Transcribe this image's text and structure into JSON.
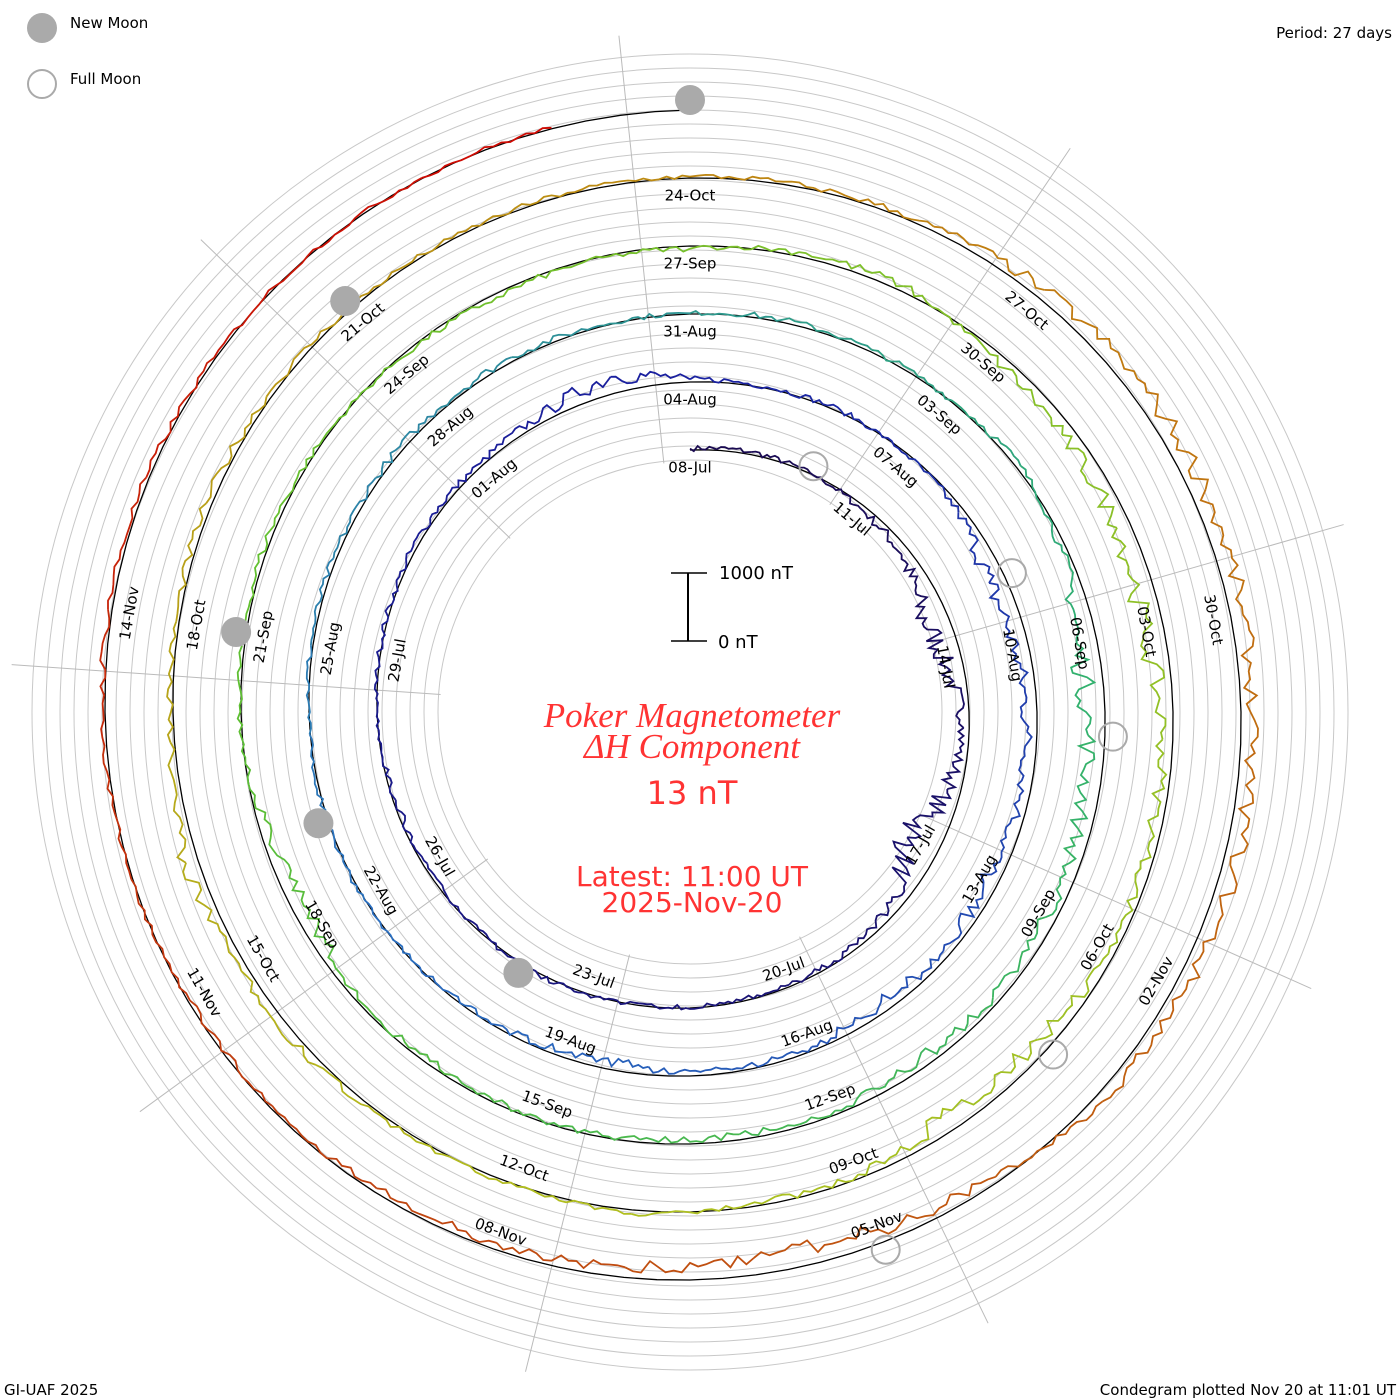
{
  "legend": {
    "new_moon": "New Moon",
    "full_moon": "Full Moon"
  },
  "period": "Period: 27 days",
  "footer_left": "GI-UAF 2025",
  "footer_right": "Condegram plotted Nov 20 at 11:01 UT",
  "colors": {
    "text_red": "#ff3333",
    "moon": "#aaaaaa",
    "grid": "#bbbbbb"
  },
  "chart_data": {
    "type": "line",
    "subtype": "condegram-spiral",
    "title": "Poker Magnetometer",
    "subtitle": "ΔH Component",
    "current_value": "13 nT",
    "latest_time": "Latest: 11:00 UT",
    "latest_date": "2025-Nov-20",
    "scale": {
      "top_label": "1000 nT",
      "bottom_label": "0 nT",
      "top_value": 1000,
      "bottom_value": 0
    },
    "start_date": "2025-07-08",
    "period_days": 27,
    "units": "nT",
    "date_labels": [
      "08-Jul",
      "11-Jul",
      "14-Jul",
      "17-Jul",
      "20-Jul",
      "23-Jul",
      "26-Jul",
      "29-Jul",
      "01-Aug",
      "04-Aug",
      "07-Aug",
      "10-Aug",
      "13-Aug",
      "16-Aug",
      "19-Aug",
      "22-Aug",
      "25-Aug",
      "28-Aug",
      "31-Aug",
      "03-Sep",
      "06-Sep",
      "09-Sep",
      "12-Sep",
      "15-Sep",
      "18-Sep",
      "21-Sep",
      "24-Sep",
      "27-Sep",
      "30-Sep",
      "03-Oct",
      "06-Oct",
      "09-Oct",
      "12-Oct",
      "15-Oct",
      "18-Oct",
      "21-Oct",
      "24-Oct",
      "27-Oct",
      "30-Oct",
      "02-Nov",
      "05-Nov",
      "08-Nov",
      "11-Nov",
      "14-Nov"
    ],
    "new_moon_days": [
      16,
      46,
      75,
      105,
      135
    ],
    "full_moon_days": [
      2,
      32,
      61,
      91,
      120
    ],
    "color_stops": [
      {
        "day": 0,
        "color": "#1a0a50"
      },
      {
        "day": 27,
        "color": "#1a20a0"
      },
      {
        "day": 45,
        "color": "#2a70c0"
      },
      {
        "day": 60,
        "color": "#30b070"
      },
      {
        "day": 75,
        "color": "#60c030"
      },
      {
        "day": 95,
        "color": "#b0c020"
      },
      {
        "day": 110,
        "color": "#c08010"
      },
      {
        "day": 125,
        "color": "#c04010"
      },
      {
        "day": 135,
        "color": "#d00000"
      }
    ],
    "daily_values": [
      20,
      40,
      10,
      -60,
      -120,
      -350,
      -250,
      -80,
      -200,
      -500,
      -150,
      -60,
      -30,
      -20,
      -10,
      10,
      30,
      -20,
      -60,
      -40,
      -10,
      20,
      30,
      60,
      40,
      100,
      250,
      40,
      20,
      30,
      -20,
      -80,
      -250,
      -200,
      -150,
      -120,
      -200,
      -100,
      -150,
      -60,
      -40,
      -120,
      -80,
      -30,
      -20,
      10,
      20,
      10,
      30,
      40,
      60,
      50,
      60,
      20,
      10,
      40,
      30,
      20,
      60,
      -80,
      -300,
      -250,
      -200,
      -150,
      -100,
      -140,
      -60,
      -80,
      -40,
      -20,
      -60,
      -40,
      -200,
      -120,
      10,
      40,
      60,
      20,
      -20,
      -60,
      -20,
      -40,
      60,
      80,
      -100,
      -180,
      -200,
      -300,
      -150,
      -120,
      -80,
      -200,
      -250,
      -60,
      -40,
      60,
      20,
      30,
      80,
      100,
      180,
      60,
      40,
      80,
      60,
      30,
      20,
      30,
      20,
      30,
      60,
      140,
      200,
      220,
      180,
      150,
      200,
      160,
      120,
      -80,
      -200,
      -250,
      -150,
      -100,
      -60,
      -40,
      -30,
      20,
      30,
      60,
      40,
      20,
      10,
      10,
      13
    ]
  }
}
